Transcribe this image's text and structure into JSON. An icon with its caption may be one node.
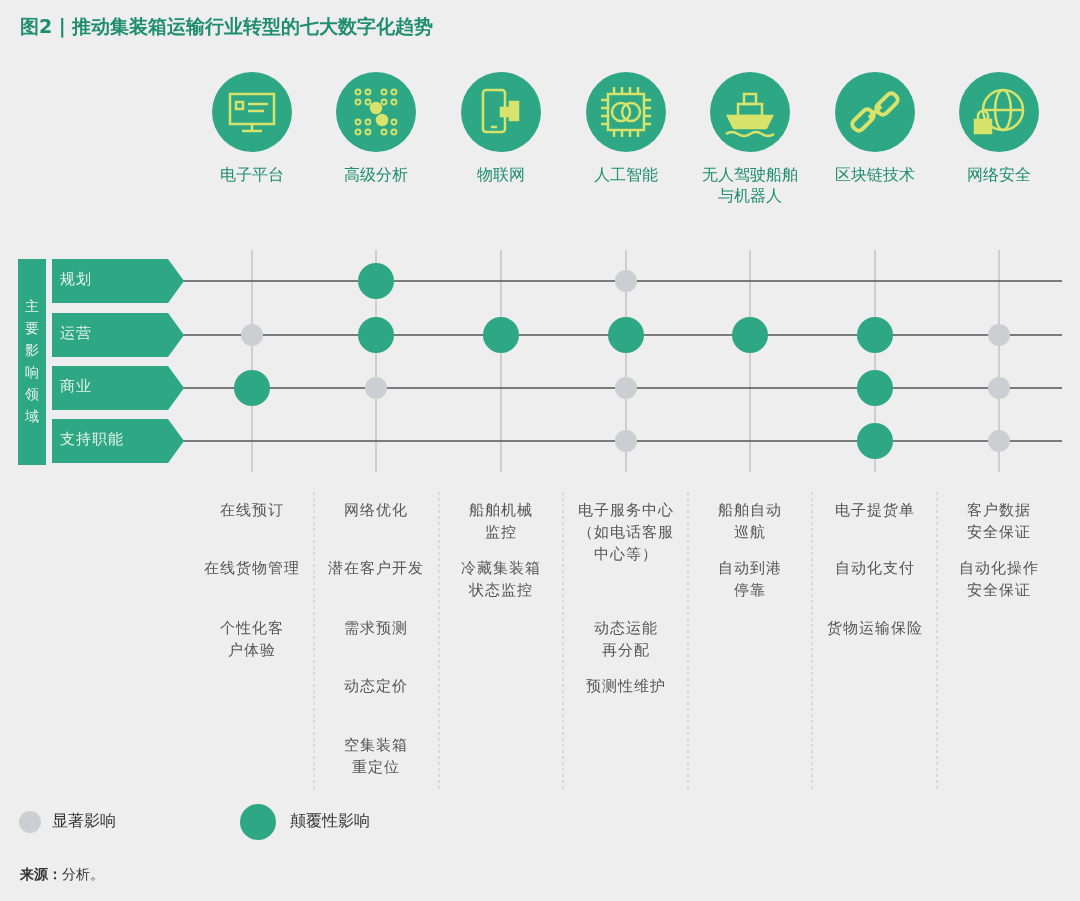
{
  "diagram": {
    "title": "图2 | 推动集装箱运输行业转型的七大数字化趋势",
    "caption": "**来源：**分析。",
    "nodes": [
      {
        "text": [
          "电子平台"
        ]
      },
      {
        "text": [
          "高级分析"
        ]
      },
      {
        "text": [
          "物联网"
        ]
      },
      {
        "text": [
          "人工智能"
        ]
      },
      {
        "text": [
          "无人驾驶船舶与机器人"
        ]
      },
      {
        "text": [
          "区块链技术"
        ]
      },
      {
        "text": [
          "网络安全"
        ]
      },
      {
        "text": [
          "主要影响领域"
        ]
      },
      {
        "text": [
          "规划"
        ]
      },
      {
        "text": [
          "运营"
        ]
      },
      {
        "text": [
          "商业"
        ]
      },
      {
        "text": [
          "支持职能"
        ]
      },
      {
        "text": [],
        "shape": "circle"
      },
      {
        "text": [],
        "shape": "dot"
      },
      {
        "text": [],
        "shape": "dot"
      },
      {
        "text": [],
        "shape": "circle"
      },
      {
        "text": [],
        "shape": "circle"
      },
      {
        "text": [],
        "shape": "circle"
      },
      {
        "text": [],
        "shape": "circle"
      },
      {
        "text": [],
        "shape": "circle"
      },
      {
        "text": [],
        "shape": "dot"
      },
      {
        "text": [],
        "shape": "circle"
      },
      {
        "text": [],
        "shape": "dot"
      },
      {
        "text": [],
        "shape": "dot"
      },
      {
        "text": [],
        "shape": "circle"
      },
      {
        "text": [],
        "shape": "dot"
      },
      {
        "text": [],
        "shape": "dot"
      },
      {
        "text": [],
        "shape": "circle"
      },
      {
        "text": [],
        "shape": "dot"
      }
    ],
    "labels": [
      "在线预订",
      "在线货物管理",
      "个性化客户体验",
      "网络优化",
      "潜在客户开发",
      "需求预测",
      "动态定价",
      "空集装箱重定位",
      "船舶机械监控",
      "冷藏集装箱状态监控",
      "电子服务中心（如电话客服中心等）",
      "动态运能再分配",
      "预测性维护",
      "船舶自动巡航",
      "自动到港停靠",
      "电子提货单",
      "自动化支付",
      "货物运输保险",
      "客户数据安全保证",
      "自动化操作安全保证"
    ],
    "legend": [
      {
        "text": "显著影响",
        "color": "#cdced2"
      },
      {
        "text": "颠覆性影响",
        "color": "#2ea785"
      }
    ]
  }
}
